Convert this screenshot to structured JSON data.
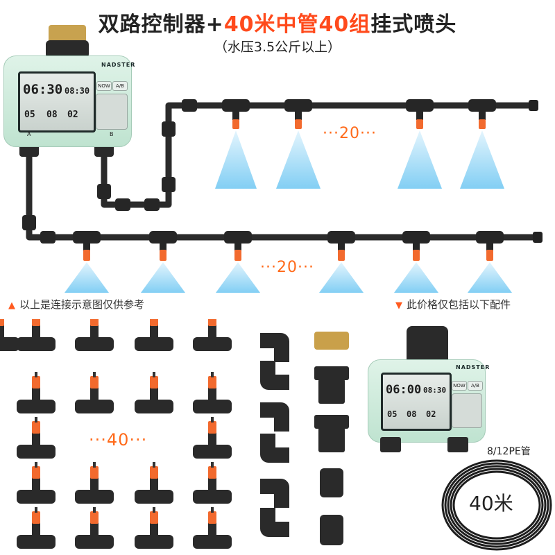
{
  "header": {
    "title_part1": "双路控制器+",
    "title_accent": "40米中管40组",
    "title_part2": "挂式喷头",
    "subtitle": "（水压3.5公斤以上）"
  },
  "diagram": {
    "upper_count": "···20···",
    "lower_count": "···20···"
  },
  "notes": {
    "left": "以上是连接示意图仅供参考",
    "right": "此价格仅包括以下配件",
    "left_marker": "▲",
    "right_marker": "▼"
  },
  "parts": {
    "sprinkler_count": "···40···",
    "tube_label": "8/12PE管",
    "tube_length": "40米"
  },
  "controller": {
    "brand": "NADSTER",
    "time_main": "06:30",
    "time_small": "08:30",
    "val_a": "05",
    "val_b": "08",
    "val_c": "02",
    "time_main_2": "06:00",
    "time_small_2": "08:30",
    "btn_now": "NOW",
    "btn_ab": "A/B",
    "side_a": "A",
    "side_b": "B"
  },
  "colors": {
    "accent": "#ff4a1c",
    "nozzle": "#f26a2e",
    "pipe": "#3a3a3a",
    "timer_body": "#cfeadb",
    "spray": "#8fd3f5"
  }
}
